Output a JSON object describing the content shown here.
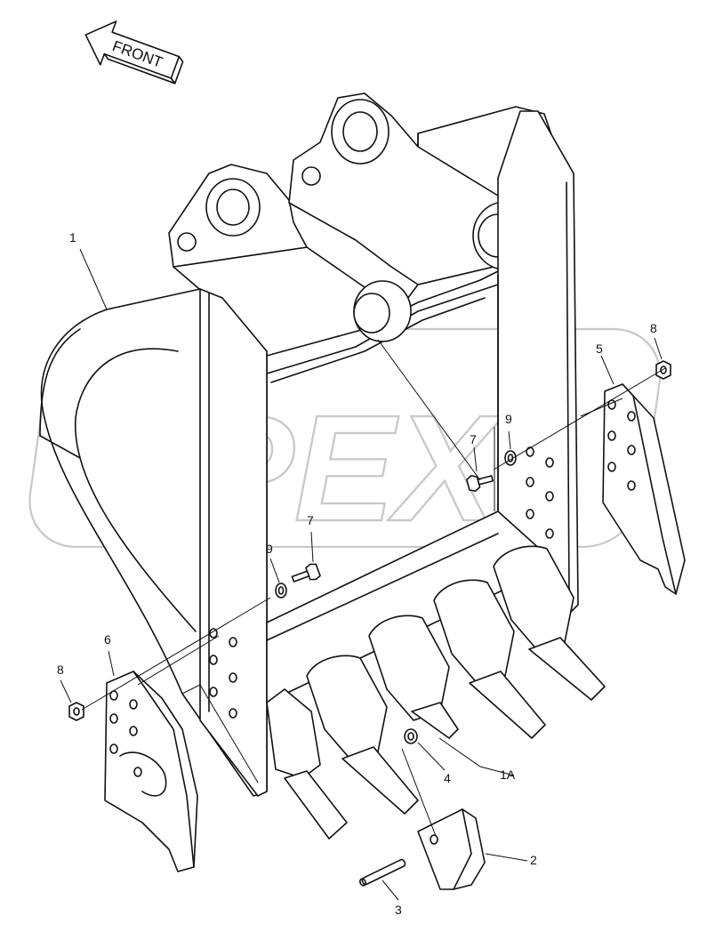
{
  "watermark": {
    "text": "OPEX"
  },
  "front_arrow": {
    "label": "FRONT"
  },
  "callouts": {
    "c1": "1",
    "c1a": "1A",
    "c2": "2",
    "c3": "3",
    "c4": "4",
    "c5": "5",
    "c6": "6",
    "c7a": "7",
    "c7b": "7",
    "c8a": "8",
    "c8b": "8",
    "c9a": "9",
    "c9b": "9"
  },
  "parts": [
    {
      "no": "1",
      "name": "bucket-body"
    },
    {
      "no": "1A",
      "name": "adapter"
    },
    {
      "no": "2",
      "name": "tooth-point"
    },
    {
      "no": "3",
      "name": "pin"
    },
    {
      "no": "4",
      "name": "lock-washer"
    },
    {
      "no": "5",
      "name": "side-cutter-right"
    },
    {
      "no": "6",
      "name": "side-cutter-left"
    },
    {
      "no": "7",
      "name": "bolt"
    },
    {
      "no": "8",
      "name": "nut"
    },
    {
      "no": "9",
      "name": "washer"
    }
  ]
}
